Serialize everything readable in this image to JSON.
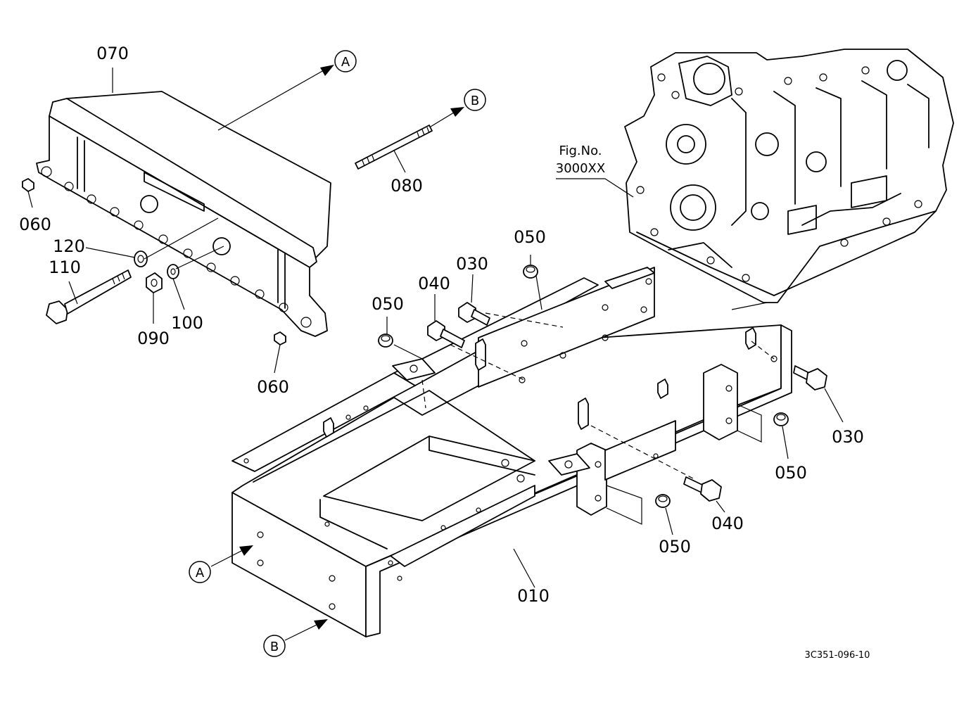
{
  "diagram": {
    "drawing_number": "3C351-096-10",
    "fig_reference": {
      "line1": "Fig.No.",
      "line2": "3000XX"
    },
    "callouts": {
      "A": "A",
      "B": "B"
    },
    "parts": {
      "p010": "010",
      "p030_top": "030",
      "p030_right": "030",
      "p040_top": "040",
      "p040_bottom": "040",
      "p050_top_left": "050",
      "p050_top_right": "050",
      "p050_right": "050",
      "p050_bottom": "050",
      "p060_left": "060",
      "p060_bottom": "060",
      "p070": "070",
      "p080": "080",
      "p090": "090",
      "p100": "100",
      "p110": "110",
      "p120": "120"
    }
  }
}
